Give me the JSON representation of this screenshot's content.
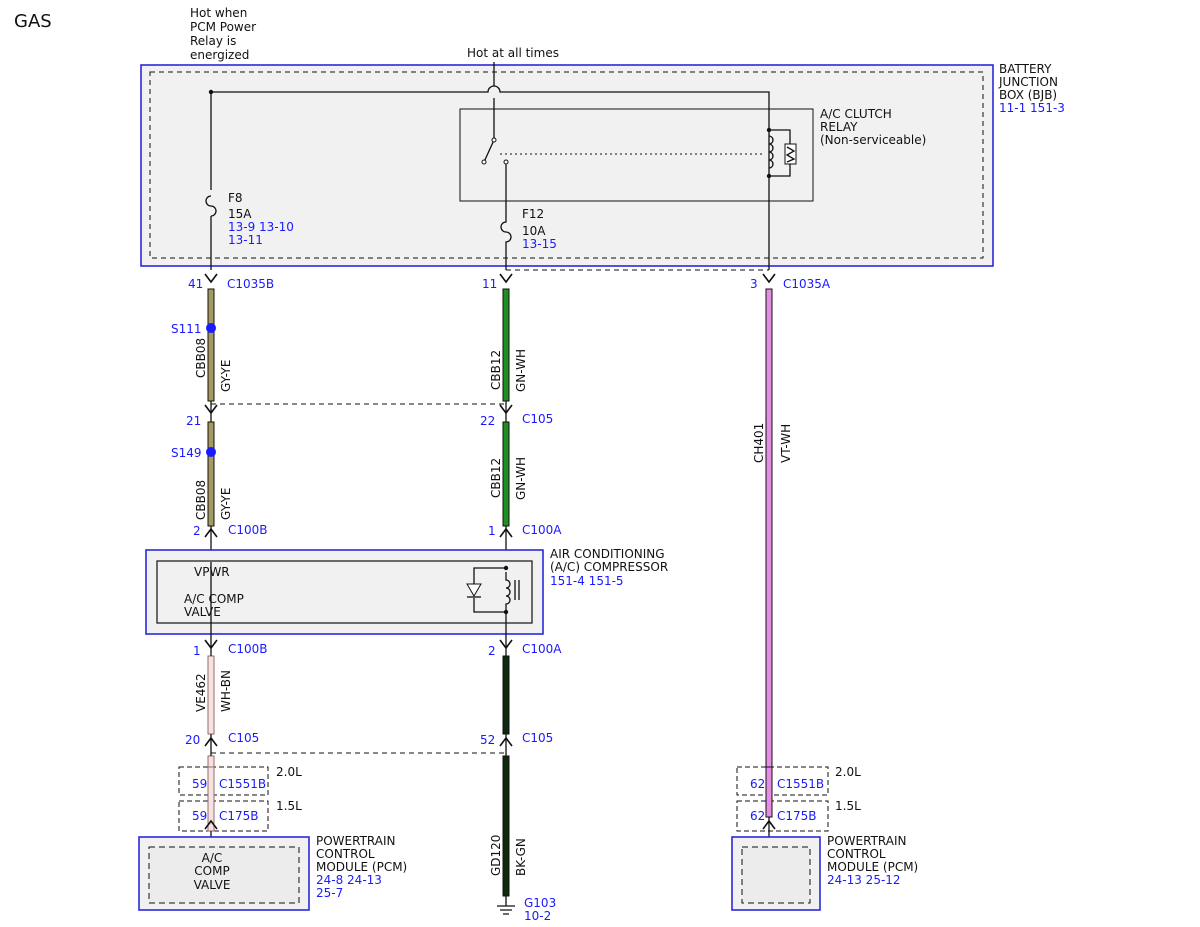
{
  "title": "GAS",
  "notes": {
    "hot_pcm": [
      "Hot when",
      "PCM Power",
      "Relay is",
      "energized"
    ],
    "hot_all": "Hot at all times"
  },
  "bjb": {
    "name": [
      "BATTERY",
      "JUNCTION",
      "BOX (BJB)"
    ],
    "refs": "11-1   151-3"
  },
  "relay": {
    "name": [
      "A/C CLUTCH",
      "RELAY",
      "(Non-serviceable)"
    ]
  },
  "fuses": {
    "f8": {
      "name": "F8",
      "rating": "15A",
      "refs1": "13-9   13-10",
      "refs2": "13-11"
    },
    "f12": {
      "name": "F12",
      "rating": "10A",
      "refs1": "13-15"
    }
  },
  "connectors": {
    "c1035b_pin": "41",
    "c1035b": "C1035B",
    "c1035a_mid_pin": "11",
    "c1035a_pin": "3",
    "c1035a": "C1035A",
    "c105_l_pin": "21",
    "c105_r_pin": "22",
    "c105_r": "C105",
    "c100b_top_pin": "2",
    "c100b_top": "C100B",
    "c100a_top_pin": "1",
    "c100a_top": "C100A",
    "c100b_bot_pin": "1",
    "c100b_bot": "C100B",
    "c100a_bot_pin": "2",
    "c100a_bot": "C100A",
    "c105_bl_pin": "20",
    "c105_bl": "C105",
    "c105_br_pin": "52",
    "c105_br": "C105",
    "c1551b_l_pin": "59",
    "c1551b_l": "C1551B",
    "c175b_l_pin": "59",
    "c175b_l": "C175B",
    "c1551b_r_pin": "62",
    "c1551b_r": "C1551B",
    "c175b_r_pin": "62",
    "c175b_r": "C175B",
    "engine_20": "2.0L",
    "engine_15": "1.5L",
    "engine_20_r": "2.0L",
    "engine_15_r": "1.5L"
  },
  "splices": {
    "s111": "S111",
    "s149": "S149"
  },
  "wires": {
    "cbb08_a": {
      "circuit": "CBB08",
      "color": "GY-YE"
    },
    "cbb08_b": {
      "circuit": "CBB08",
      "color": "GY-YE"
    },
    "cbb12_a": {
      "circuit": "CBB12",
      "color": "GN-WH"
    },
    "cbb12_b": {
      "circuit": "CBB12",
      "color": "GN-WH"
    },
    "ch401": {
      "circuit": "CH401",
      "color": "VT-WH"
    },
    "ve462": {
      "circuit": "VE462",
      "color": "WH-BN"
    },
    "gd120": {
      "circuit": "GD120",
      "color": "BK-GN"
    }
  },
  "compressor": {
    "name": [
      "AIR CONDITIONING",
      "(A/C) COMPRESSOR"
    ],
    "refs": "151-4 151-5",
    "vpwr": "VPWR",
    "valve": [
      "A/C COMP",
      "VALVE"
    ]
  },
  "pcm_left": {
    "name": [
      "POWERTRAIN",
      "CONTROL",
      "MODULE (PCM)"
    ],
    "refs1": "24-8   24-13",
    "refs2": "25-7",
    "inner": [
      "A/C",
      "COMP",
      "VALVE"
    ]
  },
  "pcm_right": {
    "name": [
      "POWERTRAIN",
      "CONTROL",
      "MODULE (PCM)"
    ],
    "refs": "24-13 25-12"
  },
  "ground": {
    "name": "G103",
    "ref": "10-2"
  },
  "colors": {
    "accent_blue": "#1a1aff",
    "gy_ye": "#a59a60",
    "gn_wh": "#1f8f1f",
    "vt_wh": "#e48fe4",
    "wh_bn": "#c99a9a",
    "bk_gn": "#0e2a0e",
    "splice": "#1a1aff"
  }
}
